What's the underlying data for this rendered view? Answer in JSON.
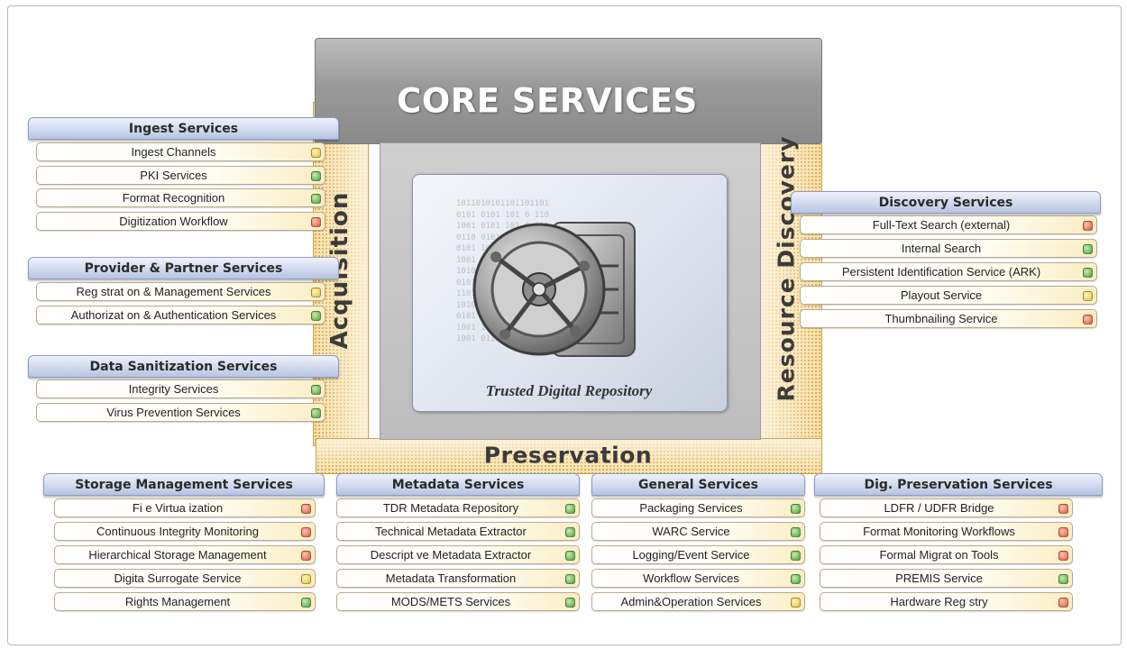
{
  "core_title": "CORE SERVICES",
  "center_caption": "Trusted Digital Repository",
  "binary_lines": [
    "1011010101101101101",
    "0101 0101 101 0 110",
    "1001 0101 101 0 101",
    "0110 0101 101 0 010",
    "0101 1010 101 1 101",
    "1001 0101 101 1 010",
    "1010 0101 101 0 101",
    "0101 0101 101 0 011",
    "1101 0101 101 0 110",
    "1010 0101 101 0 101",
    "0101 1010 101 1 101",
    "1001 1101 010 1 011",
    "1001 0110 101 1 101"
  ],
  "bands": {
    "acquisition": "Acquisition",
    "resource_discovery": "Resource Discovery",
    "preservation": "Preservation"
  },
  "status_colors": {
    "green": "#4aa43a",
    "red": "#e05a3f",
    "yellow": "#e6c23b"
  },
  "groups": {
    "ingest": {
      "title": "Ingest Services",
      "items": [
        {
          "label": "Ingest Channels",
          "status": "yellow"
        },
        {
          "label": "PKI Services",
          "status": "green"
        },
        {
          "label": "Format Recognition",
          "status": "green"
        },
        {
          "label": "Digitization Workflow",
          "status": "red"
        }
      ]
    },
    "provider": {
      "title": "Provider & Partner Services",
      "items": [
        {
          "label": "Reg strat on & Management Services",
          "status": "yellow"
        },
        {
          "label": "Authorizat on & Authentication Services",
          "status": "green"
        }
      ]
    },
    "sanitization": {
      "title": "Data Sanitization Services",
      "items": [
        {
          "label": "Integrity Services",
          "status": "green"
        },
        {
          "label": "Virus Prevention Services",
          "status": "green"
        }
      ]
    },
    "discovery": {
      "title": "Discovery Services",
      "items": [
        {
          "label": "Full-Text Search (external)",
          "status": "red"
        },
        {
          "label": "Internal Search",
          "status": "green"
        },
        {
          "label": "Persistent Identification Service (ARK)",
          "status": "green"
        },
        {
          "label": "Playout Service",
          "status": "yellow"
        },
        {
          "label": "Thumbnailing Service",
          "status": "red"
        }
      ]
    },
    "storage": {
      "title": "Storage Management Services",
      "items": [
        {
          "label": "Fi e Virtua ization",
          "status": "red"
        },
        {
          "label": "Continuous Integrity Monitoring",
          "status": "red"
        },
        {
          "label": "Hierarchical Storage Management",
          "status": "red"
        },
        {
          "label": "Digita Surrogate Service",
          "status": "yellow"
        },
        {
          "label": "Rights Management",
          "status": "green"
        }
      ]
    },
    "metadata": {
      "title": "Metadata Services",
      "items": [
        {
          "label": "TDR Metadata Repository",
          "status": "green"
        },
        {
          "label": "Technical Metadata Extractor",
          "status": "green"
        },
        {
          "label": "Descript ve Metadata Extractor",
          "status": "green"
        },
        {
          "label": "Metadata Transformation",
          "status": "green"
        },
        {
          "label": "MODS/METS Services",
          "status": "green"
        }
      ]
    },
    "general": {
      "title": "General Services",
      "items": [
        {
          "label": "Packaging Services",
          "status": "green"
        },
        {
          "label": "WARC Service",
          "status": "green"
        },
        {
          "label": "Logging/Event Service",
          "status": "green"
        },
        {
          "label": "Workflow Services",
          "status": "green"
        },
        {
          "label": "Admin&Operation Services",
          "status": "yellow"
        }
      ]
    },
    "digpres": {
      "title": "Dig. Preservation Services",
      "items": [
        {
          "label": "LDFR / UDFR Bridge",
          "status": "red"
        },
        {
          "label": "Format Monitoring Workflows",
          "status": "red"
        },
        {
          "label": "Formal Migrat on Tools",
          "status": "red"
        },
        {
          "label": "PREMIS Service",
          "status": "green"
        },
        {
          "label": "Hardware Reg stry",
          "status": "red"
        }
      ]
    }
  }
}
